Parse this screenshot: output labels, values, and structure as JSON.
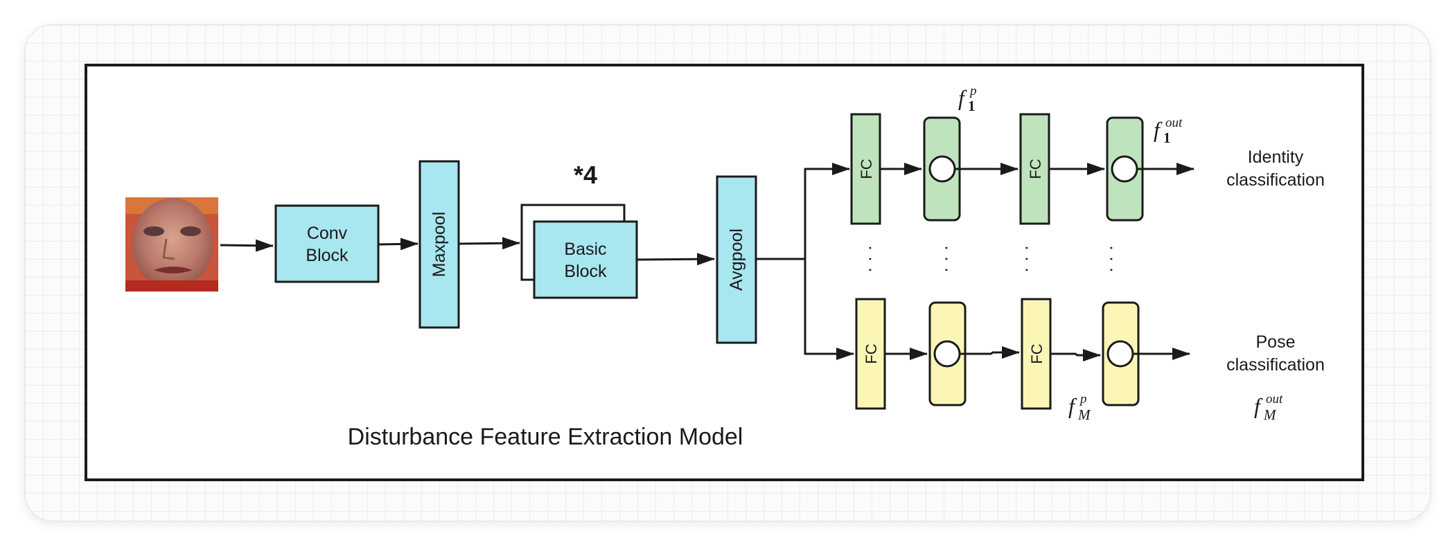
{
  "title": "Disturbance Feature Extraction Model",
  "blocks": {
    "conv_line1": "Conv",
    "conv_line2": "Block",
    "maxpool": "Maxpool",
    "basic_line1": "Basic",
    "basic_line2": "Block",
    "repeat": "*4",
    "avgpool": "Avgpool",
    "fc": "FC",
    "ellipsis": "· · ·"
  },
  "outputs": {
    "identity_line1": "Identity",
    "identity_line2": "classification",
    "pose_line1": "Pose",
    "pose_line2": "classification"
  },
  "math": {
    "f": "f",
    "p": "p",
    "out": "out",
    "sub1": "1",
    "subM": "M"
  },
  "colors": {
    "cyan": "#a8e6f0",
    "green": "#bfe4bd",
    "yellow": "#fbf6b6",
    "stroke": "#1a1a1a"
  },
  "icons": {
    "input_face": "face-photo-icon"
  }
}
